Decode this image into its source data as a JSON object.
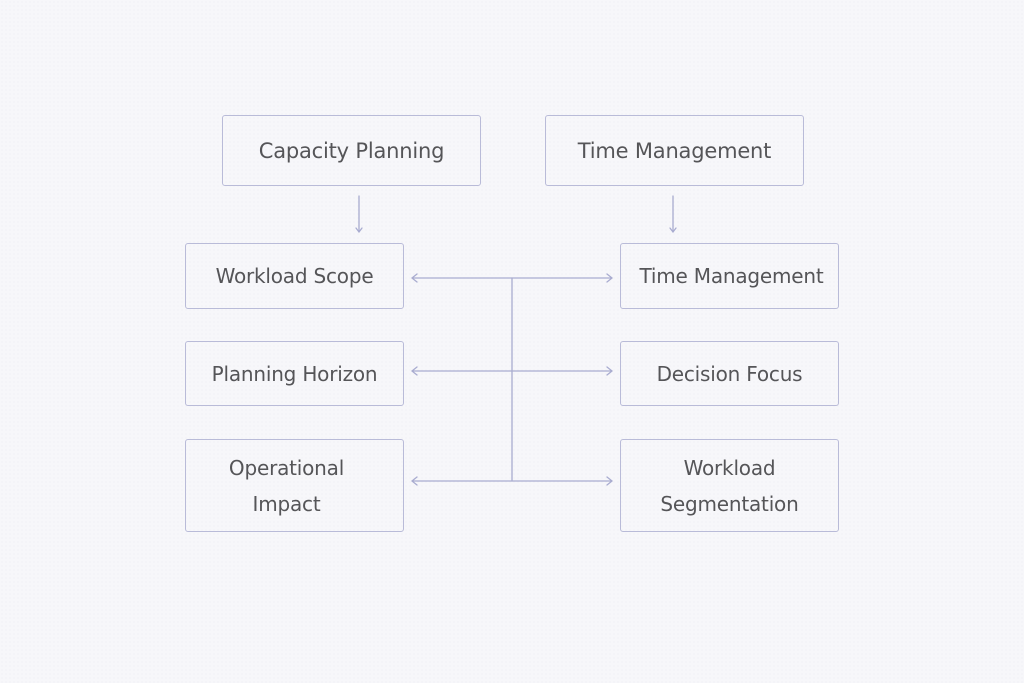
{
  "diagram": {
    "colors": {
      "background": "#f7f7fa",
      "node_border": "#b9bbd8",
      "connector": "#a9acd0",
      "text": "#555558"
    },
    "top_nodes": [
      {
        "id": "capacity-planning",
        "label": "Capacity Planning"
      },
      {
        "id": "time-management-top",
        "label": "Time Management"
      }
    ],
    "left_nodes": [
      {
        "id": "workload-scope",
        "lines": [
          "Workload Scope"
        ]
      },
      {
        "id": "planning-horizon",
        "lines": [
          "Planning Horizon"
        ]
      },
      {
        "id": "operational-impact",
        "lines": [
          "Operational",
          "Impact"
        ]
      }
    ],
    "right_nodes": [
      {
        "id": "time-management",
        "lines": [
          "Time Management"
        ]
      },
      {
        "id": "decision-focus",
        "lines": [
          "Decision Focus"
        ]
      },
      {
        "id": "workload-segmentation",
        "lines": [
          "Workload",
          "Segmentation"
        ]
      }
    ],
    "edges": [
      {
        "from": "capacity-planning",
        "to": "workload-scope",
        "type": "arrow-down"
      },
      {
        "from": "time-management-top",
        "to": "time-management",
        "type": "arrow-down"
      },
      {
        "from": "spine",
        "to": "workload-scope",
        "type": "arrow-left"
      },
      {
        "from": "spine",
        "to": "time-management",
        "type": "arrow-right"
      },
      {
        "from": "spine",
        "to": "planning-horizon",
        "type": "arrow-left"
      },
      {
        "from": "spine",
        "to": "decision-focus",
        "type": "arrow-right"
      },
      {
        "from": "spine",
        "to": "operational-impact",
        "type": "arrow-left"
      },
      {
        "from": "spine",
        "to": "workload-segmentation",
        "type": "arrow-right"
      }
    ]
  }
}
